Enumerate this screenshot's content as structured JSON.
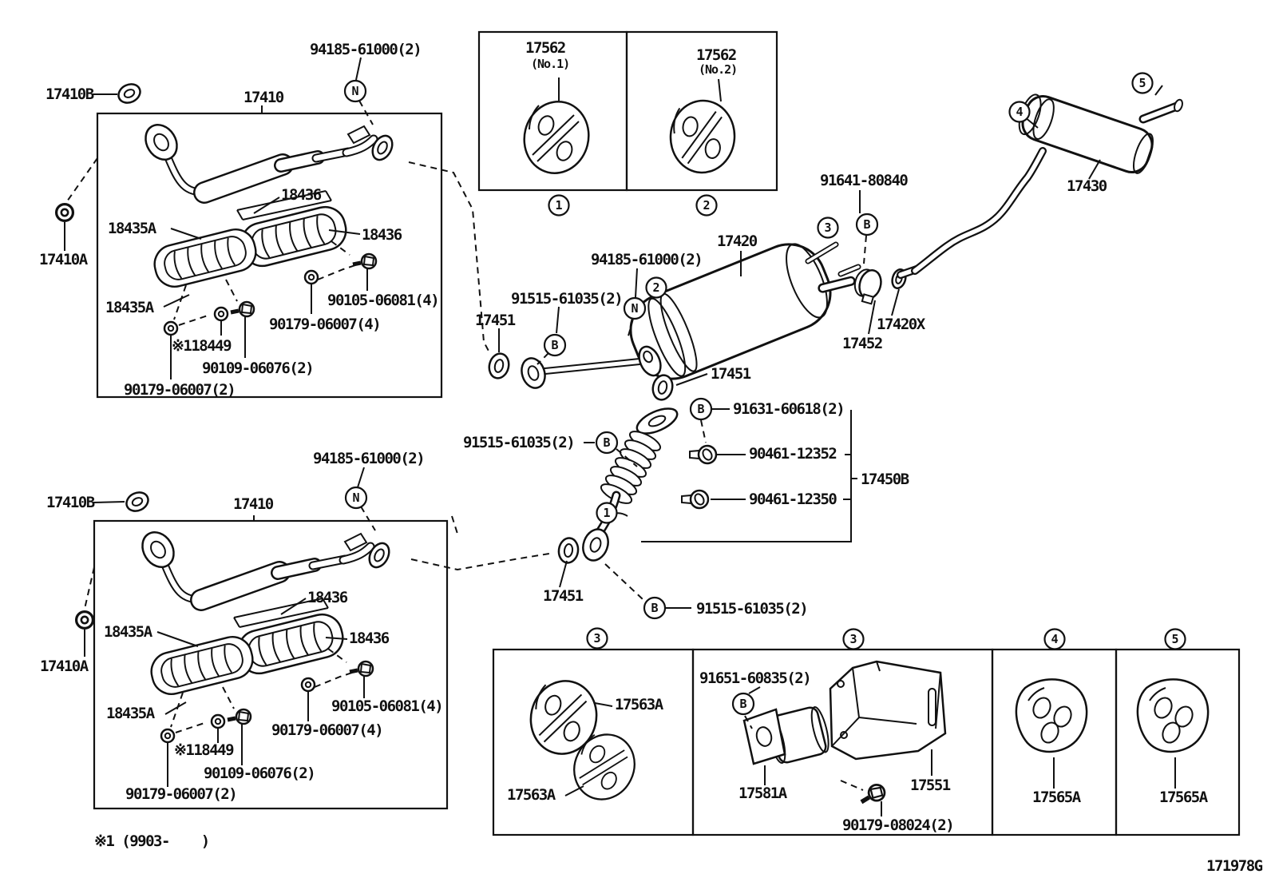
{
  "labels": {
    "p17410": "17410",
    "p17410A": "17410A",
    "p17410B": "17410B",
    "p94185": "94185-61000(2)",
    "p18436": "18436",
    "p18435A": "18435A",
    "p90105": "90105-06081(4)",
    "p90179a": "90179-06007(4)",
    "p18449": "※118449",
    "p90109": "90109-06076(2)",
    "p90179b": "90179-06007(2)",
    "p17562": "17562",
    "no1": "(No.1)",
    "no2": "(No.2)",
    "p17420": "17420",
    "p17430": "17430",
    "p17451": "17451",
    "p17452": "17452",
    "p17420X": "17420X",
    "p91641": "91641-80840",
    "p91515": "91515-61035(2)",
    "p91631": "91631-60618(2)",
    "p90461a": "90461-12352",
    "p90461b": "90461-12350",
    "p17450B": "17450B",
    "p17563A": "17563A",
    "p91651": "91651-60835(2)",
    "p17581A": "17581A",
    "p17551": "17551",
    "p90179c": "90179-08024(2)",
    "p17565A": "17565A"
  },
  "markers": {
    "one": "1",
    "two": "2",
    "three": "3",
    "four": "4",
    "five": "5",
    "b": "B",
    "n": "N"
  },
  "footnote": "※1 (9903-    )",
  "doc_code": "171978G"
}
